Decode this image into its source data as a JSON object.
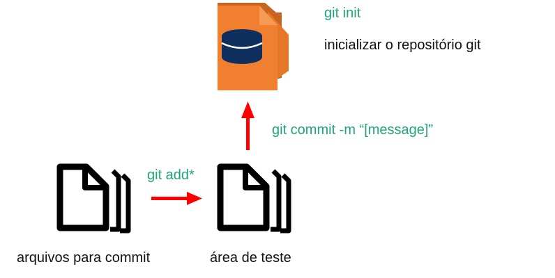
{
  "colors": {
    "command_green": "#1fa57a",
    "arrow_red": "#ff0000",
    "repo_orange": "#f08030",
    "database_navy": "#0f2f5f",
    "file_black": "#000000"
  },
  "repository": {
    "icon": "folder-database-icon",
    "command": "git init",
    "description": "inicializar o repositório git"
  },
  "commit_step": {
    "icon": "arrow-up-icon",
    "command": "git commit -m “[message]”"
  },
  "add_step": {
    "icon": "arrow-right-icon",
    "command": "git add*"
  },
  "working_files": {
    "icon": "stacked-files-icon",
    "label": "arquivos para commit"
  },
  "staging_area": {
    "icon": "stacked-files-icon",
    "label": "área de teste"
  }
}
